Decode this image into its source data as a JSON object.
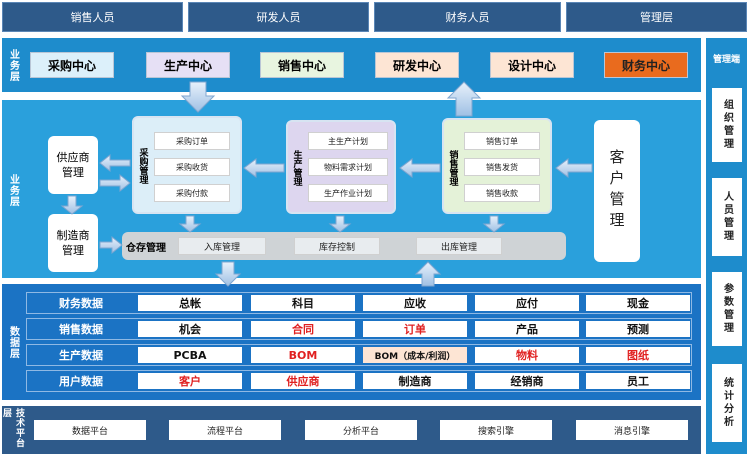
{
  "roles": [
    "销售人员",
    "研发人员",
    "财务人员",
    "管理层"
  ],
  "business_layer": {
    "label": "业务层",
    "items": [
      {
        "label": "采购中心",
        "bg": "#dcf0fa"
      },
      {
        "label": "生产中心",
        "bg": "#e6e0f5"
      },
      {
        "label": "销售中心",
        "bg": "#e8f5e0"
      },
      {
        "label": "研发中心",
        "bg": "#fde5d4"
      },
      {
        "label": "设计中心",
        "bg": "#fde5d4"
      },
      {
        "label": "财务中心",
        "bg": "#e96b1e"
      }
    ]
  },
  "service_layer": {
    "label": "业务层",
    "supplier_mgmt": "供应商管理",
    "manufacturer_mgmt": "制造商管理",
    "purchase": {
      "title": "采购管理",
      "items": [
        "采购订单",
        "采购收货",
        "采购付款"
      ]
    },
    "production": {
      "title": "生产管理",
      "items": [
        "主生产计划",
        "物料需求计划",
        "生产作业计划"
      ]
    },
    "sales": {
      "title": "销售管理",
      "items": [
        "销售订单",
        "销售发货",
        "销售收款"
      ]
    },
    "customer_mgmt": "客户管理",
    "warehouse": {
      "title": "仓存管理",
      "items": [
        "入库管理",
        "库存控制",
        "出库管理"
      ]
    }
  },
  "data_layer": {
    "label": "数据层",
    "rows": [
      {
        "label": "财务数据",
        "cells": [
          {
            "t": "总帐",
            "red": false
          },
          {
            "t": "科目",
            "red": false
          },
          {
            "t": "应收",
            "red": false
          },
          {
            "t": "应付",
            "red": false
          },
          {
            "t": "现金",
            "red": false
          }
        ]
      },
      {
        "label": "销售数据",
        "cells": [
          {
            "t": "机会",
            "red": false
          },
          {
            "t": "合同",
            "red": true
          },
          {
            "t": "订单",
            "red": true
          },
          {
            "t": "产品",
            "red": false
          },
          {
            "t": "预测",
            "red": false
          }
        ]
      },
      {
        "label": "生产数据",
        "cells": [
          {
            "t": "PCBA",
            "red": false
          },
          {
            "t": "BOM",
            "red": true
          },
          {
            "t": "BOM（成本/利润）",
            "red": false
          },
          {
            "t": "物料",
            "red": true
          },
          {
            "t": "图纸",
            "red": true
          }
        ]
      },
      {
        "label": "用户数据",
        "cells": [
          {
            "t": "客户",
            "red": true
          },
          {
            "t": "供应商",
            "red": true
          },
          {
            "t": "制造商",
            "red": false
          },
          {
            "t": "经销商",
            "red": false
          },
          {
            "t": "员工",
            "red": false
          }
        ]
      }
    ]
  },
  "tech_layer": {
    "label": "技术平台层",
    "items": [
      "数据平台",
      "流程平台",
      "分析平台",
      "搜索引擎",
      "消息引擎"
    ]
  },
  "mgmt_side": {
    "title": "管理端",
    "items": [
      "组织管理",
      "人员管理",
      "参数管理",
      "统计分析"
    ]
  },
  "colors": {
    "dark_blue": "#2e5a8a",
    "mid_blue": "#1e8ccc",
    "light_blue": "#2aa0dc",
    "data_blue": "#1b73c4"
  }
}
